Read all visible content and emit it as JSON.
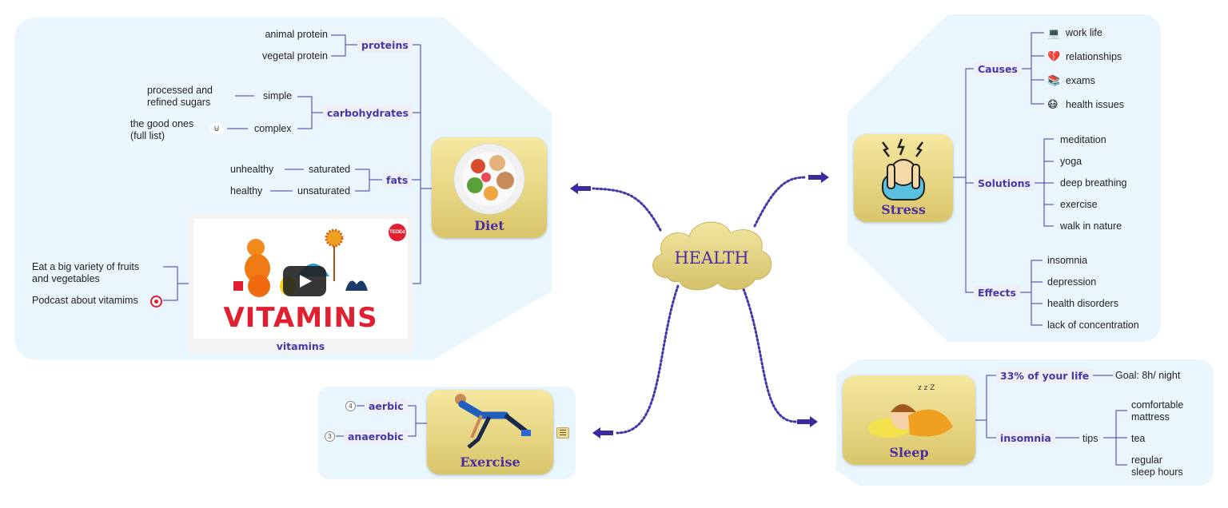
{
  "center": {
    "label": "HEALTH"
  },
  "diet": {
    "label": "Diet",
    "categories": {
      "proteins": "proteins",
      "carbohydrates": "carbohydrates",
      "fats": "fats"
    },
    "proteins": [
      "animal protein",
      "vegetal protein"
    ],
    "carbs": {
      "simple": "simple",
      "simple_desc_1": "processed and",
      "simple_desc_2": "refined sugars",
      "complex": "complex",
      "complex_desc_1": "the good ones",
      "complex_desc_2": "(full list)"
    },
    "fats": {
      "saturated": "saturated",
      "saturated_desc": "unhealthy",
      "unsaturated": "unsaturated",
      "unsaturated_desc": "healthy"
    },
    "vitamins": {
      "caption": "vitamins",
      "video_title": "VITAMINS",
      "ted_badge": "TEDEd",
      "note_1a": "Eat a big variety of fruits",
      "note_1b": "and vegetables",
      "note_2": "Podcast about vitamims"
    }
  },
  "stress": {
    "label": "Stress",
    "causes_label": "Causes",
    "causes": [
      {
        "icon": "laptop-icon",
        "glyph": "💻",
        "text": "work life"
      },
      {
        "icon": "broken-heart-icon",
        "glyph": "💔",
        "text": "relationships"
      },
      {
        "icon": "books-icon",
        "glyph": "📚",
        "text": "exams"
      },
      {
        "icon": "mask-face-icon",
        "glyph": "😷",
        "text": "health issues"
      }
    ],
    "solutions_label": "Solutions",
    "solutions": [
      "meditation",
      "yoga",
      "deep breathing",
      "exercise",
      "walk in nature"
    ],
    "effects_label": "Effects",
    "effects": [
      "insomnia",
      "depression",
      "health disorders",
      "lack of concentration"
    ]
  },
  "exercise": {
    "label": "Exercise",
    "aerbic": "aerbic",
    "aerbic_badge": "4",
    "anaerobic": "anaerobic",
    "anaerobic_badge": "3"
  },
  "sleep": {
    "label": "Sleep",
    "life_label": "33% of your life",
    "goal": "Goal: 8h/ night",
    "insomnia_label": "insomnia",
    "tips": "tips",
    "tip_1a": "comfortable",
    "tip_1b": "mattress",
    "tip_2": "tea",
    "tip_3a": "regular",
    "tip_3b": "sleep hours"
  },
  "colors": {
    "accent": "#4338a8",
    "topic_gradient_top": "#f5e8a0",
    "topic_gradient_bottom": "#d9c56a",
    "region_bg": "#eaf6fd",
    "connector": "#4338a8",
    "vitamin_red": "#e02030"
  }
}
